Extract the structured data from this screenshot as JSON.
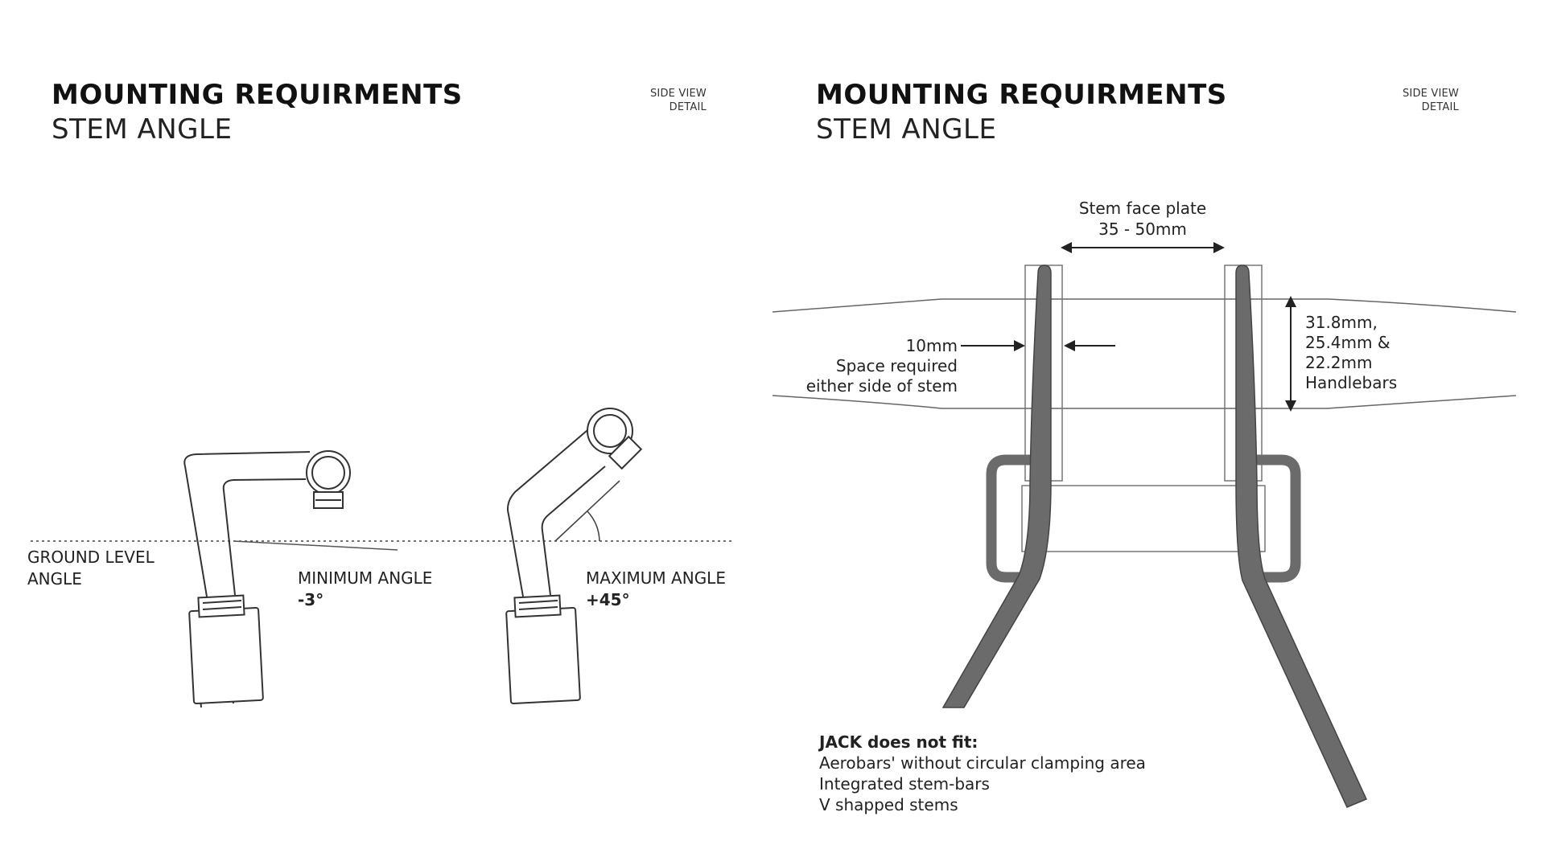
{
  "left_panel": {
    "title": "MOUNTING REQUIRMENTS",
    "subtitle": "STEM ANGLE",
    "view_label_line1": "SIDE VIEW",
    "view_label_line2": "DETAIL",
    "ground_label_line1": "GROUND LEVEL",
    "ground_label_line2": "ANGLE",
    "min_label": "MINIMUM ANGLE",
    "min_value": "-3°",
    "max_label": "MAXIMUM ANGLE",
    "max_value": "+45°"
  },
  "right_panel": {
    "title": "MOUNTING REQUIRMENTS",
    "subtitle": "STEM ANGLE",
    "view_label_line1": "SIDE VIEW",
    "view_label_line2": "DETAIL",
    "faceplate_line1": "Stem face plate",
    "faceplate_line2": "35 - 50mm",
    "space_line1": "10mm",
    "space_line2": "Space required",
    "space_line3": "either side of stem",
    "bars_line1": "31.8mm,",
    "bars_line2": "25.4mm &",
    "bars_line3": "22.2mm",
    "bars_line4": "Handlebars",
    "note_heading": "JACK does not fit:",
    "note_items": [
      "Aerobars' without circular clamping area",
      "Integrated stem-bars",
      "V shapped stems"
    ]
  },
  "colors": {
    "stem_fill": "#6b6b6b",
    "line": "#444444",
    "ink": "#1a1a1a"
  }
}
